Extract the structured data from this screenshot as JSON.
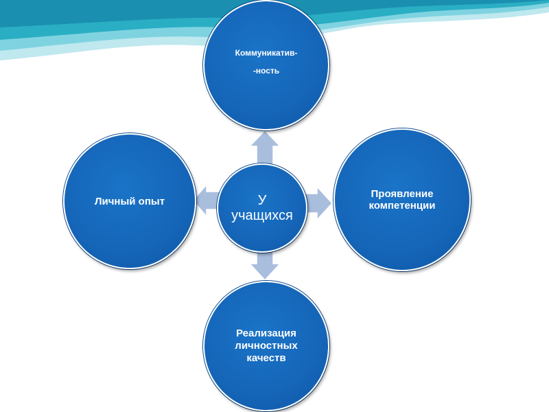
{
  "diagram": {
    "top": {
      "lines": [
        "Коммуникатив-",
        "-ность"
      ]
    },
    "left": {
      "lines": [
        "Личный опыт"
      ]
    },
    "right": {
      "lines": [
        "Проявление",
        "компетенции"
      ]
    },
    "bottom": {
      "lines": [
        "Реализация",
        "личностных",
        "качеств"
      ]
    },
    "center": {
      "lines": [
        "У",
        "учащихся"
      ]
    }
  },
  "colors": {
    "circle_fill": "#1565b8",
    "arrow_fill": "#a9bedd",
    "wave_light": "#bfe8ef",
    "wave_mid": "#5fc3d4",
    "wave_dark": "#1a9fb8"
  }
}
